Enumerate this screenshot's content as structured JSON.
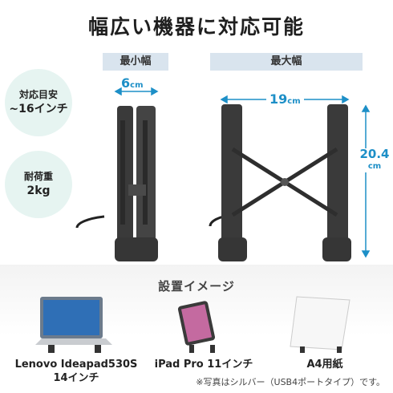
{
  "title": "幅広い機器に対応可能",
  "badges": {
    "min": "最小幅",
    "max": "最大幅"
  },
  "features": [
    {
      "line1": "対応目安",
      "line2": "~16インチ"
    },
    {
      "line1": "耐荷重",
      "line2": "2kg"
    }
  ],
  "dimensions": {
    "min_width": {
      "value": "6",
      "unit": "cm"
    },
    "max_width": {
      "value": "19",
      "unit": "cm"
    },
    "height": {
      "value": "20.4",
      "unit": "cm"
    }
  },
  "installation": {
    "title": "設置イメージ",
    "devices": [
      {
        "line1": "Lenovo Ideapad530S",
        "line2": "14インチ"
      },
      {
        "line1": "iPad Pro 11インチ",
        "line2": ""
      },
      {
        "line1": "A4用紙",
        "line2": ""
      }
    ]
  },
  "footnote": "※写真はシルバー（USB4ポートタイプ）です。",
  "colors": {
    "accent": "#1d8fc7",
    "badge_bg": "#d9e4ee",
    "circle_bg": "#e6f4f1",
    "stand": "#3a3a3a"
  }
}
